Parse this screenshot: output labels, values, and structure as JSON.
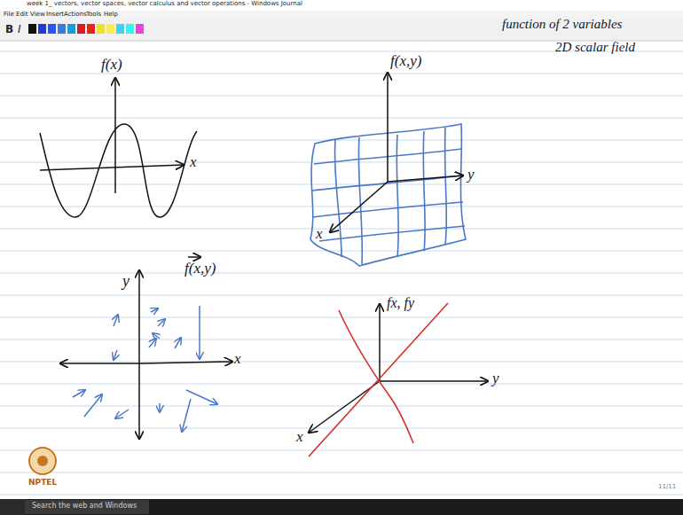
{
  "diagram": {
    "labels": [
      "week 1_ vectors, vector spaces, vector calculus and vector operations - Windows Journal",
      "File",
      "Edit",
      "View",
      "Insert",
      "Actions",
      "Tools",
      "Help",
      "B",
      "I",
      "f(x)",
      "x",
      "f(x,y)",
      "y",
      "x",
      "function of 2 variables",
      "2D scalar field",
      "f(x,y)",
      "y",
      "x",
      "fx, fy",
      "y",
      "x",
      "NPTEL",
      "Search the web and Windows",
      "11/11"
    ]
  }
}
